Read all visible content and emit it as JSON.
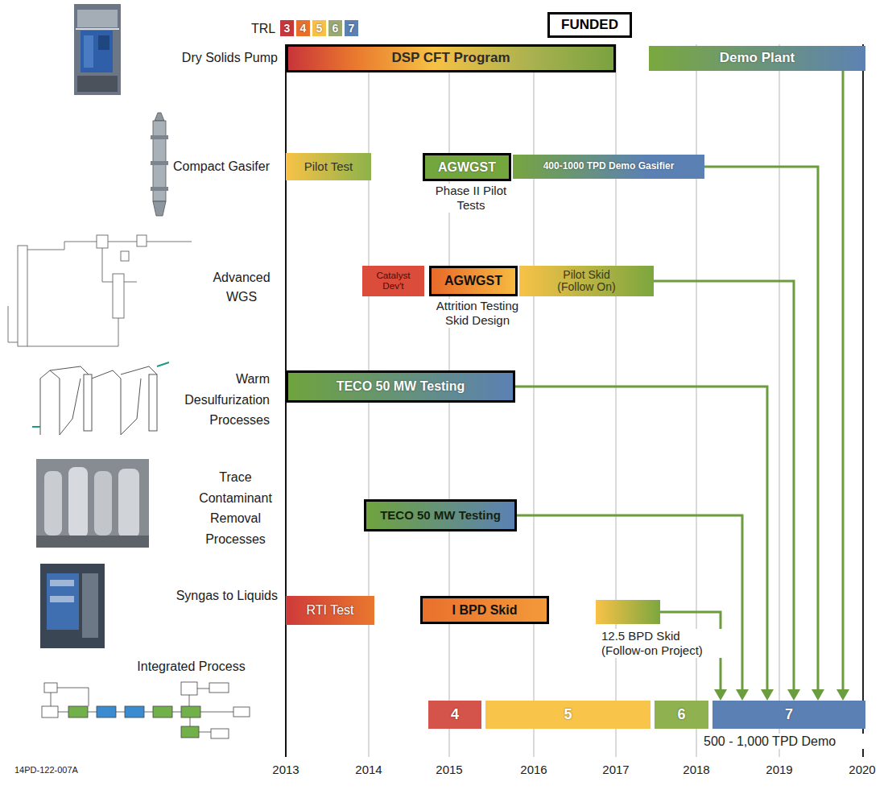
{
  "diagram": {
    "nodes": [
      {
        "text": [
          "FUNDED"
        ]
      },
      {
        "text": [
          "DSP CFT Program"
        ]
      },
      {
        "text": [
          "Demo Plant"
        ]
      },
      {
        "text": [
          "Pilot Test"
        ]
      },
      {
        "text": [
          "AGWGST",
          "Phase II Pilot Tests"
        ]
      },
      {
        "text": [
          "400-1000 TPD Demo Gasifier"
        ]
      },
      {
        "text": [
          "Catalyst Dev't"
        ]
      },
      {
        "text": [
          "AGWGST",
          "Attrition Testing Skid Design"
        ]
      },
      {
        "text": [
          "Pilot Skid (Follow On)"
        ]
      },
      {
        "text": [
          "TECO 50 MW Testing"
        ]
      },
      {
        "text": [
          "TECO 50 MW Testing"
        ]
      },
      {
        "text": [
          "RTI Test"
        ]
      },
      {
        "text": [
          "I BPD Skid"
        ]
      },
      {
        "text": [
          "12.5 BPD Skid (Follow-on Project)"
        ]
      },
      {
        "text": [
          "4"
        ]
      },
      {
        "text": [
          "5"
        ]
      },
      {
        "text": [
          "6"
        ]
      },
      {
        "text": [
          "7",
          "500 - 1,000 TPD Demo"
        ]
      }
    ],
    "edges": [
      {
        "from": 2,
        "to": 17,
        "arrow": "to"
      },
      {
        "from": 5,
        "to": 17,
        "arrow": "to"
      },
      {
        "from": 8,
        "to": 17,
        "arrow": "to"
      },
      {
        "from": 9,
        "to": 17,
        "arrow": "to"
      },
      {
        "from": 10,
        "to": 17,
        "arrow": "to"
      },
      {
        "from": 13,
        "to": 17,
        "arrow": "to"
      }
    ],
    "labels": [
      "TRL",
      "Dry Solids Pump",
      "Compact Gasifer",
      "Advanced WGS",
      "Warm Desulfurization Processes",
      "Trace Contaminant Removal Processes",
      "Syngas to Liquids",
      "Integrated Process",
      "2013",
      "2014",
      "2015",
      "2016",
      "2017",
      "2018",
      "2019",
      "2020",
      "14PD-122-007A"
    ],
    "legend": [
      {
        "text": "3",
        "color": "#c8373a"
      },
      {
        "text": "4",
        "color": "#e8702a"
      },
      {
        "text": "5",
        "color": "#f7c04a"
      },
      {
        "text": "6",
        "color": "#9aa872"
      },
      {
        "text": "7",
        "color": "#5b80b2"
      }
    ]
  }
}
